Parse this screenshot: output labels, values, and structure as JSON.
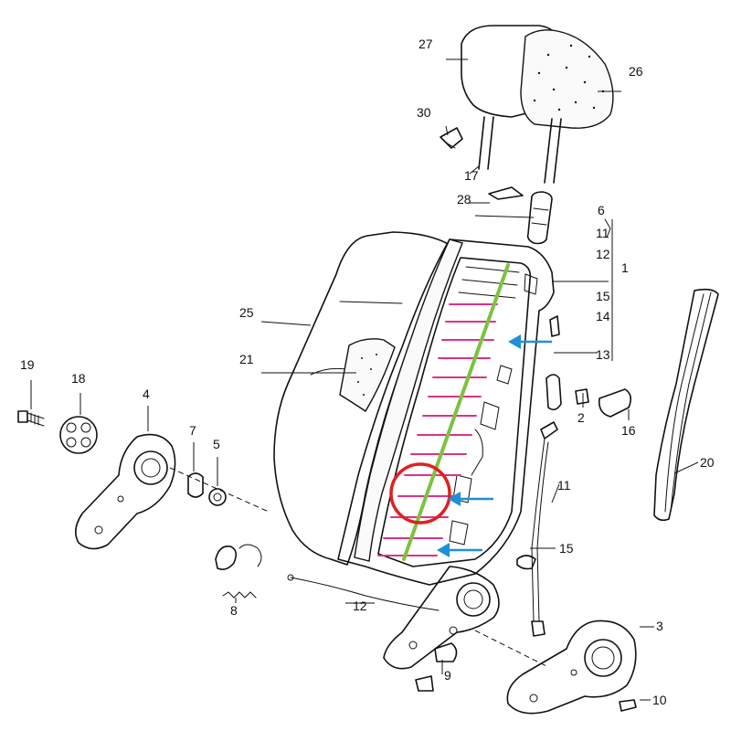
{
  "colors": {
    "ink": "#111111",
    "highlight_slats": "#e0308a",
    "highlight_strip": "#7cc241",
    "highlight_circle": "#e02020",
    "highlight_arrow": "#1e90d8"
  },
  "parts": {
    "p27": "27",
    "p26": "26",
    "p30": "30",
    "p17": "17",
    "p28": "28",
    "p6": "6",
    "p11a": "11",
    "p12a": "12",
    "p1": "1",
    "p15a": "15",
    "p14": "14",
    "p13": "13",
    "p25": "25",
    "p21": "21",
    "p19": "19",
    "p18": "18",
    "p4": "4",
    "p7": "7",
    "p5": "5",
    "p2": "2",
    "p16": "16",
    "p20": "20",
    "p11b": "11",
    "p15b": "15",
    "p12b": "12",
    "p8": "8",
    "p3": "3",
    "p10": "10",
    "p9": "9"
  }
}
